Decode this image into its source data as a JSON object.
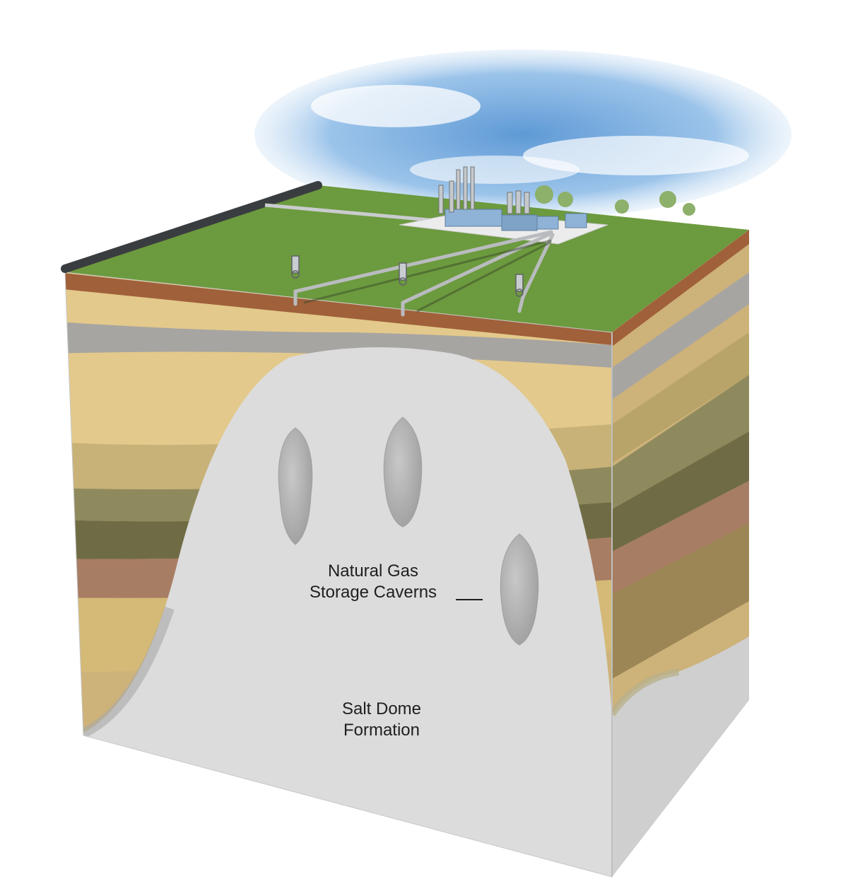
{
  "labels": {
    "cavern_line1": "Natural Gas",
    "cavern_line2": "Storage Caverns",
    "dome_line1": "Salt Dome",
    "dome_line2": "Formation"
  },
  "colors": {
    "grass": "#6c9a3e",
    "topsoil": "#a0603a",
    "sand": "#e3c98b",
    "gray_layer": "#a7a5a2",
    "olive": "#8f8a5e",
    "dark_olive": "#6f6c45",
    "brown": "#a77d63",
    "salt": "#dcdcdc",
    "sky": "#8fbbe6",
    "pipe": "#b9bcbf",
    "facility": "#8fb3d6"
  },
  "icons": [
    "sky-clouds-icon",
    "processing-facility-icon",
    "pipeline-icon",
    "wellhead-icon",
    "cavern-icon",
    "tree-icon"
  ]
}
